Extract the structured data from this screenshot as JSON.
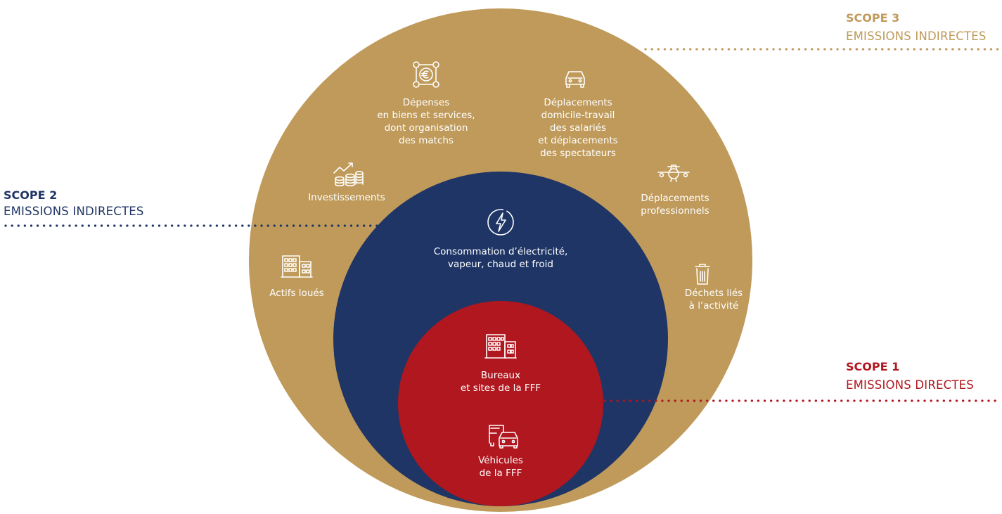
{
  "colors": {
    "scope3": "#BF9A5A",
    "scope2": "#1F3566",
    "scope1": "#B0171F",
    "text_on_circle": "#FFFFFF",
    "background": "#FFFFFF"
  },
  "scopes": {
    "scope3": {
      "title": "SCOPE 3",
      "subtitle": "EMISSIONS INDIRECTES",
      "categories": [
        {
          "icon": "money-network-icon",
          "lines": [
            "Dépenses",
            "en biens et services,",
            "dont organisation",
            "des matchs"
          ]
        },
        {
          "icon": "car-icon",
          "lines": [
            "Déplacements",
            "domicile-travail",
            "des salariés",
            "et déplacements",
            "des spectateurs"
          ]
        },
        {
          "icon": "investment-chart-icon",
          "lines": [
            "Investissements"
          ]
        },
        {
          "icon": "airplane-icon",
          "lines": [
            "Déplacements",
            "professionnels"
          ]
        },
        {
          "icon": "rented-building-icon",
          "lines": [
            "Actifs loués"
          ]
        },
        {
          "icon": "trash-bin-icon",
          "lines": [
            "Déchets liés",
            "à l’activité"
          ]
        }
      ]
    },
    "scope2": {
      "title": "SCOPE 2",
      "subtitle": "EMISSIONS INDIRECTES",
      "categories": [
        {
          "icon": "lightning-icon",
          "lines": [
            "Consommation d’électricité,",
            "vapeur, chaud et froid"
          ]
        }
      ]
    },
    "scope1": {
      "title": "SCOPE 1",
      "subtitle": "EMISSIONS DIRECTES",
      "categories": [
        {
          "icon": "office-building-icon",
          "lines": [
            "Bureaux",
            "et sites de la FFF"
          ]
        },
        {
          "icon": "vehicles-icon",
          "lines": [
            "Véhicules",
            "de la FFF"
          ]
        }
      ]
    }
  }
}
